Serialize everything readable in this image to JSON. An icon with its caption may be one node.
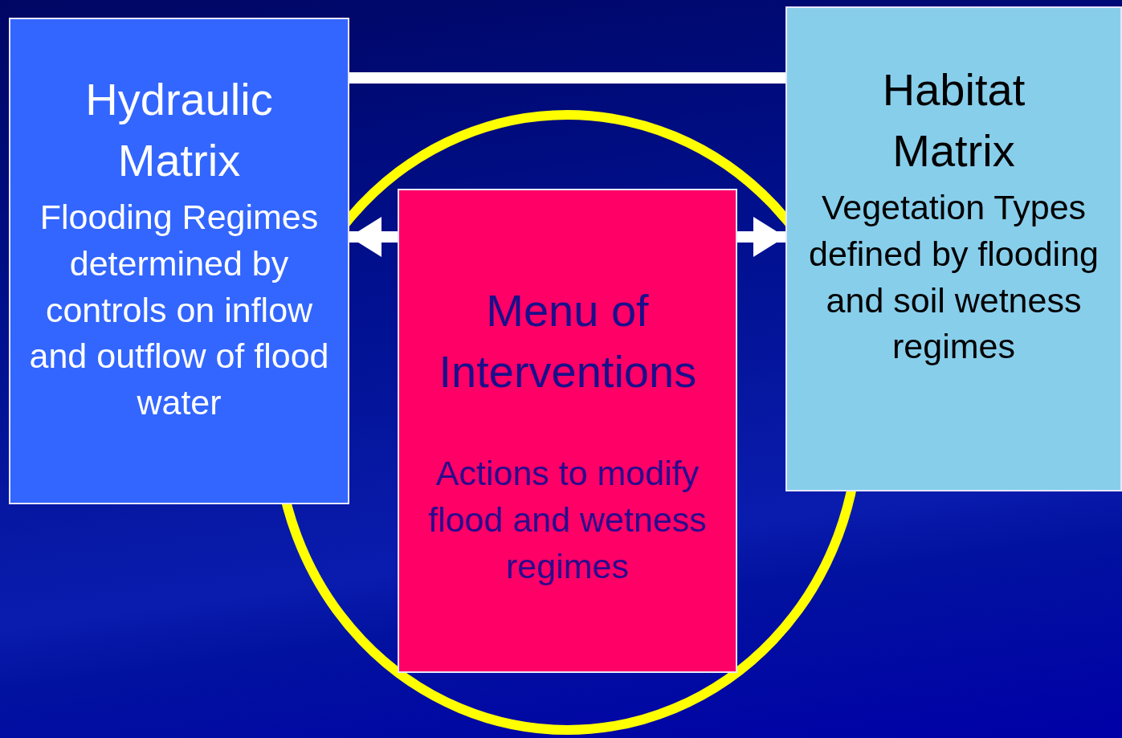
{
  "diagram": {
    "nodes": [
      {
        "text": [
          "Hydraulic Matrix",
          "Flooding Regimes determined by controls on inflow and outflow of flood water"
        ]
      },
      {
        "text": [
          "Habitat Matrix",
          "Vegetation Types defined by flooding and soil wetness regimes"
        ]
      },
      {
        "text": [],
        "shape": "circle"
      },
      {
        "text": [
          "Menu of Interventions",
          "Actions to modify flood and wetness regimes"
        ],
        "in": 2
      }
    ],
    "edges": [
      {
        "from": 0,
        "to": 1,
        "arrow": "none"
      },
      {
        "from": 3,
        "to": 0,
        "arrow": "to"
      },
      {
        "from": 3,
        "to": 1,
        "arrow": "to"
      }
    ]
  }
}
